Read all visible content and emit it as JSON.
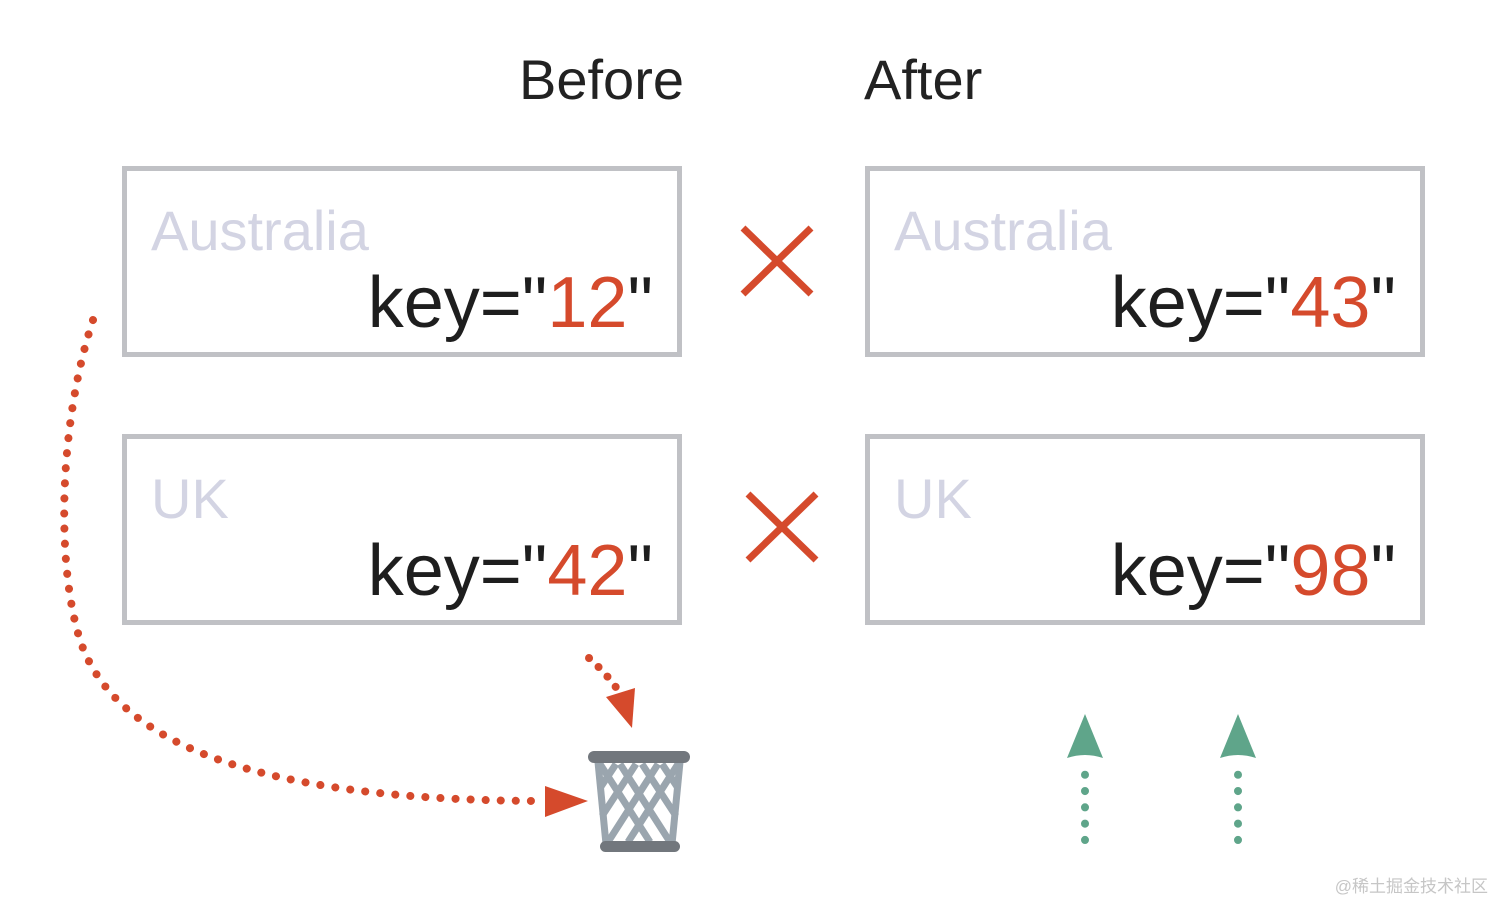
{
  "headings": {
    "before": "Before",
    "after": "After"
  },
  "colors": {
    "accent_red": "#d54a2c",
    "accent_green": "#5fa58a",
    "card_border": "#c0c1c5",
    "country_label": "#d3d4e3",
    "key_text": "#1e1e1e",
    "trash_rim": "#72777d",
    "trash_body": "#9aa5ae"
  },
  "before": {
    "cards": [
      {
        "country": "Australia",
        "key_prefix": "key=\"",
        "key_value": "12",
        "key_suffix": "\""
      },
      {
        "country": "UK",
        "key_prefix": "key=\"",
        "key_value": "42",
        "key_suffix": "\""
      }
    ]
  },
  "after": {
    "cards": [
      {
        "country": "Australia",
        "key_prefix": "key=\"",
        "key_value": "43",
        "key_suffix": "\""
      },
      {
        "country": "UK",
        "key_prefix": "key=\"",
        "key_value": "98",
        "key_suffix": "\""
      }
    ]
  },
  "icons": {
    "mismatch": "cross-mark-icon",
    "discard": "trash-bin-icon",
    "remove_arrow": "dotted-arrow-red",
    "insert_arrow": "dotted-arrow-up-green"
  },
  "watermark": "@稀土掘金技术社区"
}
